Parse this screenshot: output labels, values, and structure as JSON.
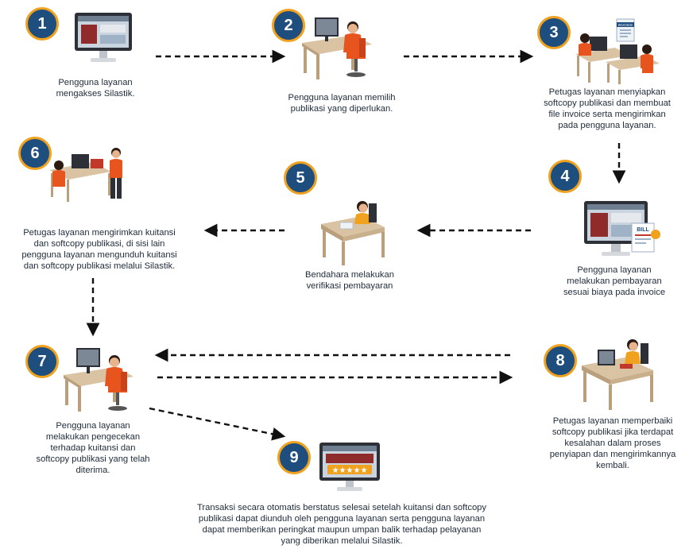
{
  "steps": [
    {
      "num": "1",
      "text": "Pengguna layanan\nmengakses Silastik.",
      "icon": "monitor-icon"
    },
    {
      "num": "2",
      "text": "Pengguna layanan memilih\npublikasi yang diperlukan.",
      "icon": "person-at-desk-icon"
    },
    {
      "num": "3",
      "text": "Petugas layanan menyiapkan\nsoftcopy publikasi dan membuat\nfile invoice serta mengirimkan\npada pengguna layanan.",
      "icon": "office-invoice-icon",
      "badge": "INVOICE"
    },
    {
      "num": "4",
      "text": "Pengguna layanan\nmelakukan pembayaran\nsesuai biaya pada invoice",
      "icon": "monitor-bill-icon",
      "badge": "BILL"
    },
    {
      "num": "5",
      "text": "Bendahara melakukan\nverifikasi pembayaran",
      "icon": "cashier-desk-icon"
    },
    {
      "num": "6",
      "text": "Petugas layanan mengirimkan kuitansi\ndan softcopy publikasi, di sisi lain\npengguna layanan mengunduh kuitansi\ndan softcopy publikasi melalui Silastik.",
      "icon": "staff-handover-icon"
    },
    {
      "num": "7",
      "text": "Pengguna layanan\nmelakukan pengecekan\nterhadap kuitansi dan\nsoftcopy publikasi yang telah\nditerima.",
      "icon": "person-at-desk-icon"
    },
    {
      "num": "8",
      "text": "Petugas layanan memperbaiki\nsoftcopy publikasi jika terdapat\nkesalahan dalam proses\npenyiapan dan mengirimkannya\nkembali.",
      "icon": "staff-desk-icon"
    },
    {
      "num": "9",
      "text": "Transaksi secara otomatis berstatus selesai setelah kuitansi dan softcopy\npublikasi dapat diunduh oleh pengguna layanan serta pengguna layanan\ndapat memberikan peringkat maupun umpan balik terhadap pelayanan\nyang diberikan melalui Silastik.",
      "icon": "monitor-rating-icon",
      "rating": "★★★★★"
    }
  ],
  "colors": {
    "badge_fill": "#1e4e7e",
    "badge_border": "#f0a21f",
    "arrow": "#111111",
    "desk": "#d9c3a3",
    "chair": "#e8541e",
    "screen_frame": "#2d3036"
  }
}
